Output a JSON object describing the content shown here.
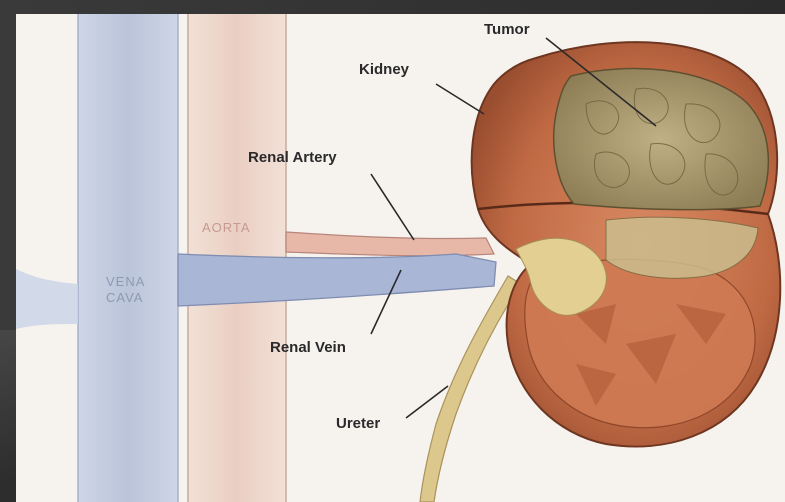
{
  "diagram": {
    "labels": {
      "tumor": "Tumor",
      "kidney": "Kidney",
      "renal_artery": "Renal Artery",
      "aorta": "AORTA",
      "vena_cava_line1": "VENA",
      "vena_cava_line2": "CAVA",
      "renal_vein": "Renal Vein",
      "ureter": "Ureter"
    }
  },
  "colors": {
    "vena_cava": "#b9c4dc",
    "aorta": "#ecd2c6",
    "kidney": "#c4704a",
    "tumor": "#a89a70",
    "ureter": "#d9c48a",
    "background": "#f6f3ef"
  }
}
